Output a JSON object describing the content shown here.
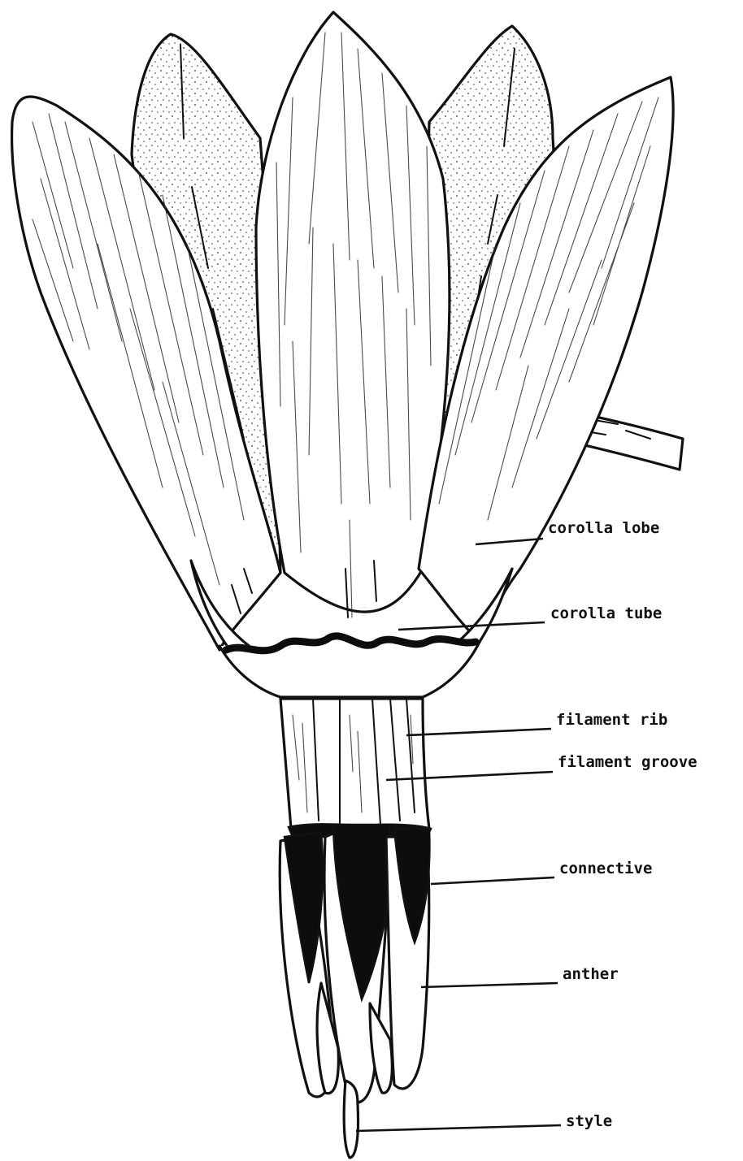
{
  "labels": {
    "corolla_lobe": "corolla lobe",
    "corolla_tube": "corolla tube",
    "filament_rib": "filament rib",
    "filament_groove": "filament groove",
    "connective": "connective",
    "anther": "anther",
    "style": "style"
  },
  "colors": {
    "ink": "#111111",
    "paper": "#ffffff"
  }
}
